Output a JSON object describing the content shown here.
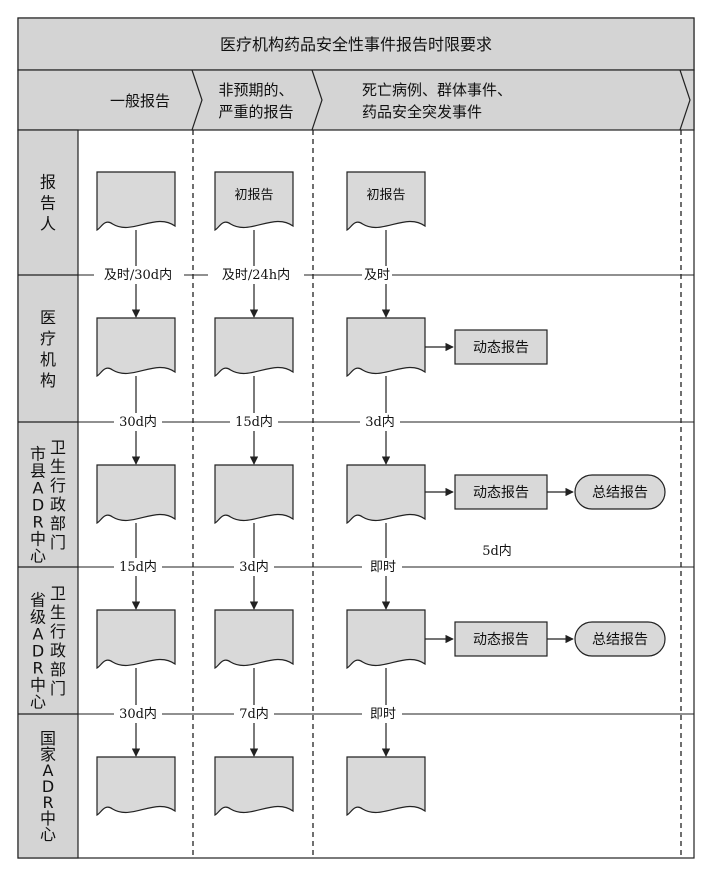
{
  "title": "医疗机构药品安全性事件报告时限要求",
  "columns": [
    {
      "lines": [
        "一般报告"
      ]
    },
    {
      "lines": [
        "非预期的、",
        "严重的报告"
      ]
    },
    {
      "lines": [
        "死亡病例、群体事件、",
        "药品安全突发事件"
      ]
    }
  ],
  "rows": [
    {
      "label": "报告人"
    },
    {
      "label": "医疗机构"
    },
    {
      "label": "卫生行政部门",
      "sublabel": "市县ADR中心"
    },
    {
      "label": "卫生行政部门",
      "sublabel": "省级ADR中心"
    },
    {
      "label": "国家ADR中心"
    }
  ],
  "doc_labels": {
    "initial_report": "初报告",
    "dynamic_report": "动态报告",
    "summary_report": "总结报告"
  },
  "time_limits": {
    "reporter_to_institution": [
      "及时/30d内",
      "及时/24h内",
      "及时"
    ],
    "institution_to_county": [
      "30d内",
      "15d内",
      "3d内"
    ],
    "county_to_province": [
      "15d内",
      "3d内",
      "即时"
    ],
    "province_to_national": [
      "30d内",
      "7d内",
      "即时"
    ]
  },
  "summary_deadline": "5d内",
  "colors": {
    "header_fill": "#d4d4d4",
    "doc_fill": "#d9d9d9",
    "line": "#222222"
  }
}
